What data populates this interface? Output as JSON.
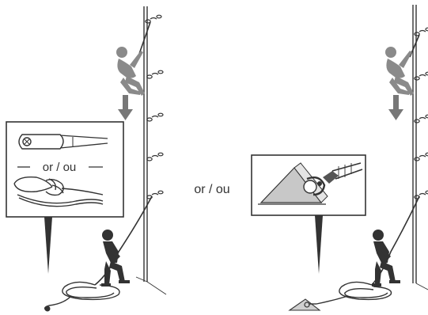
{
  "labels": {
    "callout_or": "or / ou",
    "middle_or": "or / ou"
  },
  "colors": {
    "ink": "#333333",
    "figure": "#8a8a8a",
    "arrow": "#777777",
    "panel_bg": "#ffffff",
    "hold_fill": "#c8c8c8"
  },
  "icons": {
    "left_scene": "climber-lowering-with-rope-end-knot",
    "right_scene": "climber-lowering-with-anchored-rope-end",
    "callout_left_top": "rope-end-sewn-eye-icon",
    "callout_left_bottom": "stopper-knot-icon",
    "callout_right": "carabiner-anchor-icon"
  }
}
